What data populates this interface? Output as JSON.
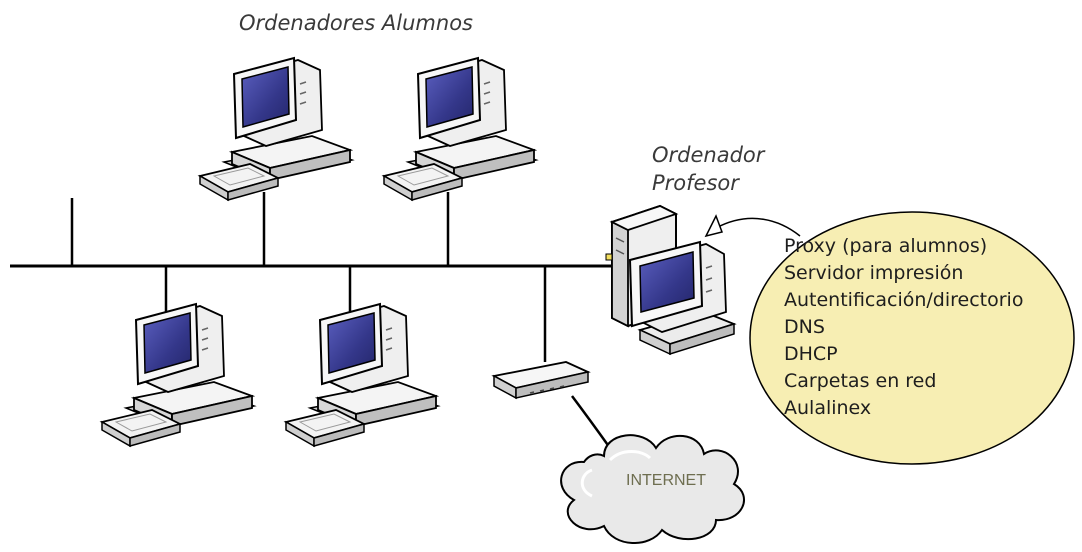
{
  "diagram": {
    "title_students": "Ordenadores Alumnos",
    "teacher_label_line1": "Ordenador",
    "teacher_label_line2": "Profesor",
    "services": [
      "Proxy (para alumnos)",
      "Servidor impresión",
      "Autentificación/directorio",
      "DNS",
      "DHCP",
      "Carpetas en red",
      "Aulalinex"
    ],
    "internet_label": "INTERNET"
  },
  "colors": {
    "screen": "#3a3d93",
    "case_light": "#f2f2f2",
    "case_shadow": "#bdbdbd",
    "outline": "#000000",
    "ellipse_fill": "#f7eeb3",
    "cloud_fill": "#e9e9e9"
  },
  "icons": [
    "computer-icon",
    "server-tower-icon",
    "network-switch-icon",
    "internet-cloud-icon",
    "arrow-icon"
  ]
}
